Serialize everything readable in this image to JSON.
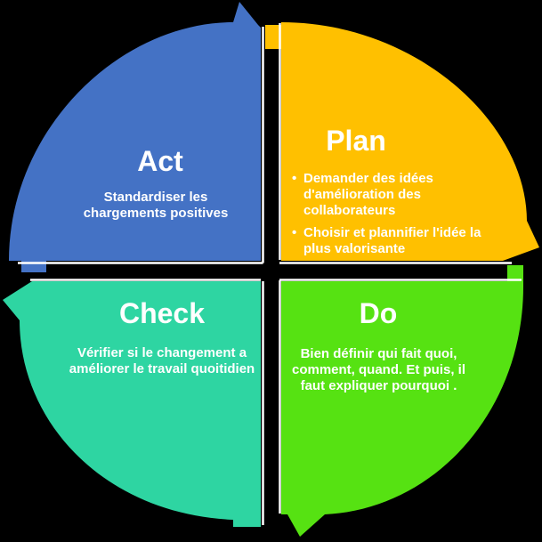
{
  "diagram": {
    "background_color": "#000000",
    "text_color": "#FFFFFF",
    "border_color": "#FFFFFF"
  },
  "quadrants": {
    "act": {
      "label": "Act",
      "description": "Standardiser les chargements positives",
      "color": "#4472C5"
    },
    "plan": {
      "label": "Plan",
      "bullets": [
        "Demander des idées d'amélioration des collaborateurs",
        "Choisir et plannifier l'idée la plus valorisante"
      ],
      "color": "#FFC000"
    },
    "check": {
      "label": "Check",
      "description": "Vérifier si le changement a améliorer le travail quoitidien",
      "color": "#2ED5A2"
    },
    "do": {
      "label": "Do",
      "description": "Bien définir qui fait quoi, comment, quand. Et puis, il faut expliquer pourquoi .",
      "color": "#56E212"
    }
  }
}
